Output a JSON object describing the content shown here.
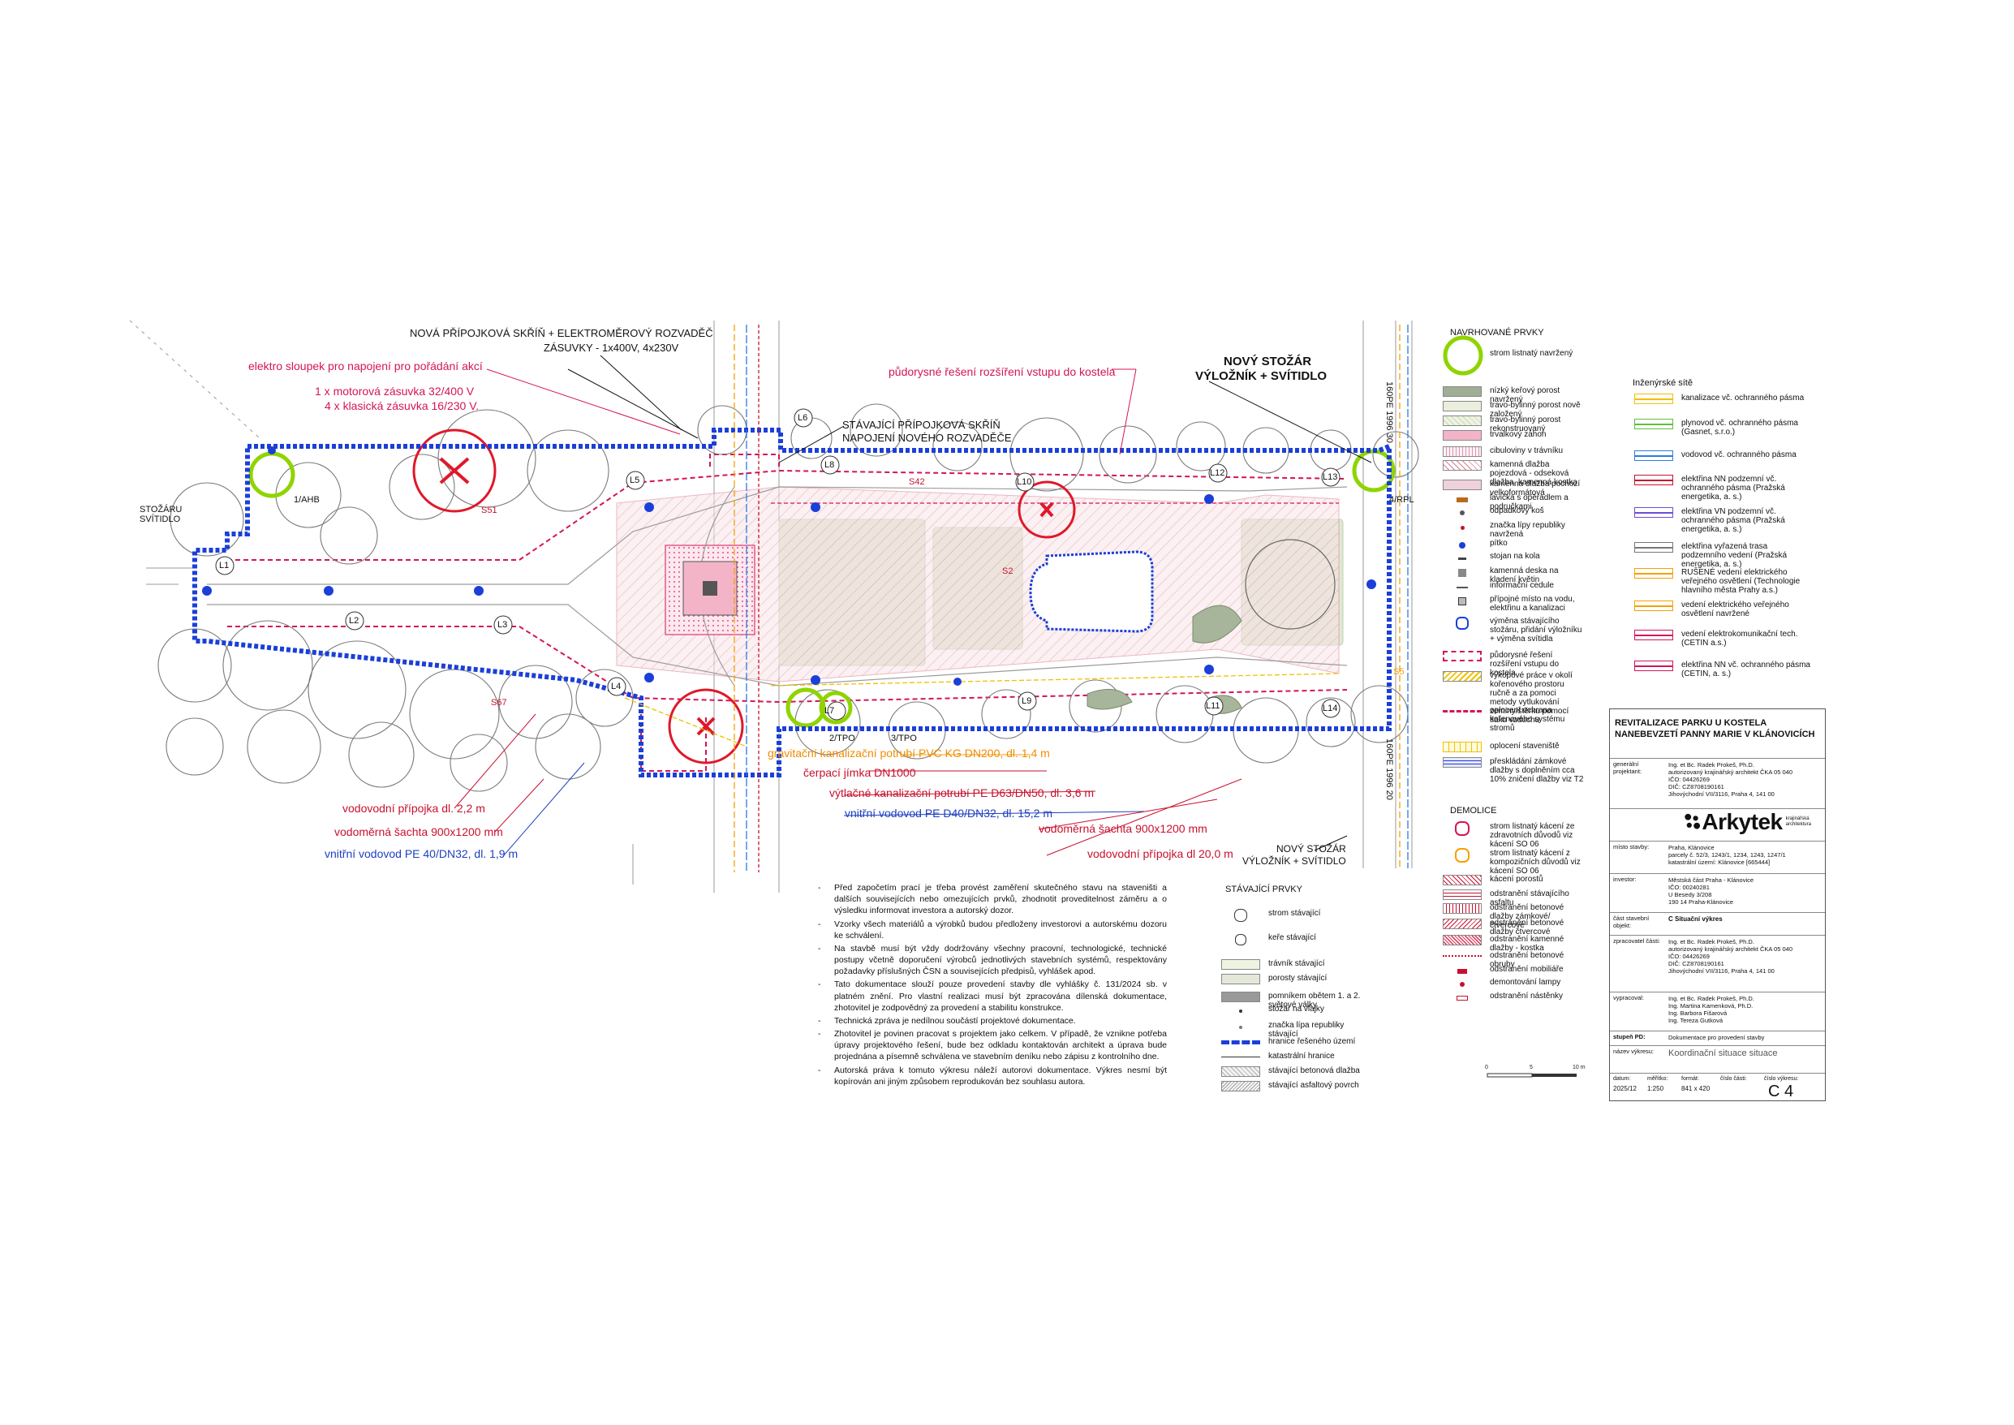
{
  "annotations": {
    "new_box": "NOVÁ PŘÍPOJKOVÁ SKŘÍŇ + ELEKTROMĚROVÝ ROZVADĚČ",
    "sockets": "ZÁSUVKY - 1x400V, 4x230V",
    "elektro_sloupek": "elektro sloupek pro napojení pro pořádání akcí",
    "motor_socket": "1 x motorová zásuvka 32/400 V",
    "classic_socket": "4 x klasická zásuvka 16/230 V.",
    "groundplan": "půdorysné řešení rozšíření vstupu do kostela",
    "existing_box_1": "STÁVAJÍCÍ PŘÍPOJKOVÁ SKŘÍŇ",
    "existing_box_2": "NAPOJENÍ NOVÉHO ROZVADĚČE",
    "new_pole_top_1": "NOVÝ STOŽÁR",
    "new_pole_top_2": "VÝLOŽNÍK + SVÍTIDLO",
    "left_pole_1": "STOŽÁRU",
    "left_pole_2": "SVÍTIDLO",
    "gravity_sewer": "gravitační kanalizační potrubí PVC KG DN200, dl. 1,4 m",
    "pump_pit": "čerpací jímka DN1000",
    "pressure_sewer": "výtlačné kanalizační potrubí PE D63/DN50, dl. 3,6 m",
    "water_inner_r": "vnitřní vodovod PE D40/DN32, dl. 15,2 m",
    "meter_shaft_r": "vodoměrná šachta 900x1200 mm",
    "water_conn_r": "vodovodní přípojka dl 20,0 m",
    "water_conn_l": "vodovodní přípojka dl. 2,2 m",
    "meter_shaft_l": "vodoměrná šachta 900x1200 mm",
    "water_inner_l": "vnitřní vodovod PE 40/DN32, dl. 1,9 m",
    "new_pole_bottom_1": "NOVÝ STOŽÁR",
    "new_pole_bottom_2": "VÝLOŽNÍK + SVÍTIDLO"
  },
  "map_labels": {
    "L1": "L1",
    "L2": "L2",
    "L3": "L3",
    "L4": "L4",
    "L5": "L5",
    "L6": "L6",
    "L7": "L7",
    "L8": "L8",
    "L9": "L9",
    "L10": "L10",
    "L11": "L11",
    "L12": "L12",
    "L13": "L13",
    "L14": "L14",
    "S51": "S51",
    "S67": "S67",
    "S42": "S42",
    "S2": "S2",
    "S5": "S5",
    "ahb": "1/AHB",
    "tpo2": "2/TPO",
    "tpo3": "3/TPO",
    "rpl": "4/RPL",
    "side_1": "160PE 1996 30",
    "side_2": "160PE 1996 20"
  },
  "legend_new": {
    "title": "NAVRHOVANÉ PRVKY",
    "items": [
      "strom listnatý navržený",
      "nízký keřový porost navržený",
      "travo-bylinný porost nově založený",
      "travo-bylinný porost rekonstruovaný",
      "trvalkový záhon",
      "cibuloviny v trávníku",
      "kamenná dlažba pojezdová - odseková dlažba, kamenná kostka",
      "kamenná dlažba pochozí velkoformátová",
      "lavička s opěradlem a područkami",
      "odpadkový koš",
      "značka lípy republiky navržená",
      "pítko",
      "stojan na kola",
      "kamenná deska na kladení květin",
      "informační cedule",
      "přípojné místo na vodu, elektřinu a kanalizaci",
      "výměna stávajícího stožáru, přidání výložníku + výměna svítidla",
      "půdorysné řešení rozšíření vstupu do kostela",
      "výkopové práce v okolí kořenového prostoru ručně a za pomoci metody vytlukování zeminy/štěrku pomocí tlaku vzduchu",
      "oplocení ochrana kořenového systému stromů",
      "oplocení staveniště",
      "přeskládání zámkové dlažby s doplněním cca 10% zničení dlažby viz T2"
    ]
  },
  "legend_demo": {
    "title": "DEMOLICE",
    "items": [
      "strom listnatý kácení ze zdravotních důvodů viz kácení SO 06",
      "strom listnatý kácení z kompozičních důvodů viz kácení SO 06",
      "kácení porostů",
      "odstranění stávajícího asfaltu",
      "odstranění betonové dlažby zámkové/čtvercové",
      "odstranění betonové dlažby čtvercové",
      "odstranění kamenné dlažby - kostka",
      "odstranění betonové obruby",
      "odstranění mobiliáře",
      "demontování lampy",
      "odstranění nástěnky"
    ]
  },
  "legend_exist": {
    "title": "STÁVAJÍCÍ PRVKY",
    "items": [
      "strom stávající",
      "keře stávající",
      "trávník stávající",
      "porosty stávající",
      "pomníkem obětem 1. a 2. světové války",
      "stožár na vlajky",
      "značka lípa republiky stávající",
      "hranice řešeného území",
      "katastrální hranice",
      "stávající betonová dlažba",
      "stávající asfaltový povrch"
    ]
  },
  "legend_util": {
    "title": "Inženýrské sítě",
    "items": [
      "kanalizace vč. ochranného pásma",
      "plynovod vč. ochranného pásma (Gasnet, s.r.o.)",
      "vodovod vč. ochranného pásma",
      "elektřina NN podzemní vč. ochranného pásma (Pražská energetika, a. s.)",
      "elektřina VN podzemní vč. ochranného pásma (Pražská energetika, a. s.)",
      "elektřina vyřazená trasa podzemního vedení (Pražská energetika, a. s.)",
      "RUŠENÉ vedení elektrického veřejného osvětlení (Technologie hlavního města Prahy a.s.)",
      "vedení elektrického veřejného osvětlení navržené",
      "vedení elektrokomunikační tech. (CETIN a.s.)",
      "elektřina NN vč. ochranného pásma (CETIN, a. s.)"
    ]
  },
  "notes": [
    "Před započetím prací je třeba provést zaměření skutečného stavu na staveništi a dalších souvisejících nebo omezujících prvků, zhodnotit proveditelnost záměru a o výsledku informovat investora a autorský dozor.",
    "Vzorky všech materiálů a výrobků budou předloženy investorovi a autorskému dozoru ke schválení.",
    "Na stavbě musí být vždy dodržovány všechny pracovní, technologické, technické postupy včetně doporučení výrobců jednotlivých stavebních systémů, respektovány požadavky příslušných ČSN a souvisejících předpisů, vyhlášek apod.",
    "Tato dokumentace slouží pouze provedení stavby dle vyhlášky č. 131/2024 sb. v platném znění. Pro vlastní realizaci musí být zpracována dílenská dokumentace, zhotovitel je zodpovědný za provedení a stabilitu konstrukce.",
    "Technická zpráva je nedílnou součástí projektové dokumentace.",
    "Zhotovitel je povinen pracovat s projektem jako celkem. V případě, že vznikne potřeba úpravy projektového řešení, bude bez odkladu kontaktován architekt a úprava bude projednána a písemně schválena ve stavebním deníku nebo zápisu z kontrolního dne.",
    "Autorská práva k tomuto výkresu náleží autorovi dokumentace. Výkres nesmí být kopírován ani jiným způsobem reprodukován bez souhlasu autora."
  ],
  "title_block": {
    "project_title_1": "REVITALIZACE PARKU U KOSTELA",
    "project_title_2": "NANEBEVZETÍ PANNY MARIE V KLÁNOVICÍCH",
    "designer_k": "generální projektant:",
    "designer_v": "Ing. et Bc. Radek Prokeš, Ph.D.\nautorizovaný krajinářský architekt ČKA 05 040\nIČO: 04426269\nDIČ: CZ8708190161\nJihovýchodní VII/3116, Praha 4, 141 00",
    "logo": "Arkytek",
    "logo_sub": "krajinářská architektura",
    "place_k": "místo stavby:",
    "place_v": "Praha, Klánovice\nparcely č. 52/3, 1243/1, 1234, 1243, 1247/1\nkatastrální území: Klánovice [665444]",
    "investor_k": "investor:",
    "investor_v": "Městská část Praha - Klánovice\nIČO: 00240281\nU Besedy 3/208\n190 14 Praha-Klánovice",
    "part_k": "část stavební objekt:",
    "part_v": "C Situační výkres",
    "processor_k": "zpracovatel části:",
    "processor_v": "Ing. et Bc. Radek Prokeš, Ph.D.\nautorizovaný krajinářský architekt ČKA 05 040\nIČO: 04426269\nDIČ: CZ8708190161\nJihovýchodní VII/3116, Praha 4, 141 00",
    "drawn_k": "vypracoval:",
    "drawn_v": "Ing. et Bc. Radek Prokeš, Ph.D.\nIng. Martina Kamenková, Ph.D.\nIng. Barbora Fišarová\nIng. Tereza Gutková",
    "stage_k": "stupeň PD:",
    "stage_v": "Dokumentace pro provedení stavby",
    "drawing_k": "název výkresu:",
    "drawing_v": "Koordinační situace situace",
    "date_k": "datum:",
    "date_v": "2025/12",
    "scale_k": "měřítko:",
    "scale_v": "1:250",
    "format_k": "formát:",
    "format_v": "841 x 420",
    "part_no_k": "číslo části:",
    "draw_no_k": "číslo výkresu:",
    "draw_no_v": "C 4"
  },
  "scale_bar": {
    "t0": "0",
    "t1": "5",
    "t2": "10 m"
  },
  "colors": {
    "boundary": "#1b3fd8",
    "magenta": "#d4145a",
    "red": "#e0182a",
    "orange": "#f5a000",
    "green_tree": "#8fd400",
    "lawn": "#d4dfc4",
    "paving_hatch": "#e8a0a8"
  }
}
